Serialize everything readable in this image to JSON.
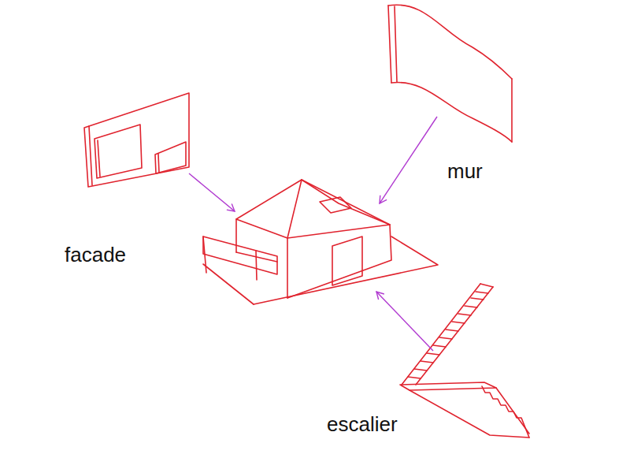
{
  "diagram": {
    "labels": [
      "mur",
      "facade",
      "escalier"
    ]
  }
}
